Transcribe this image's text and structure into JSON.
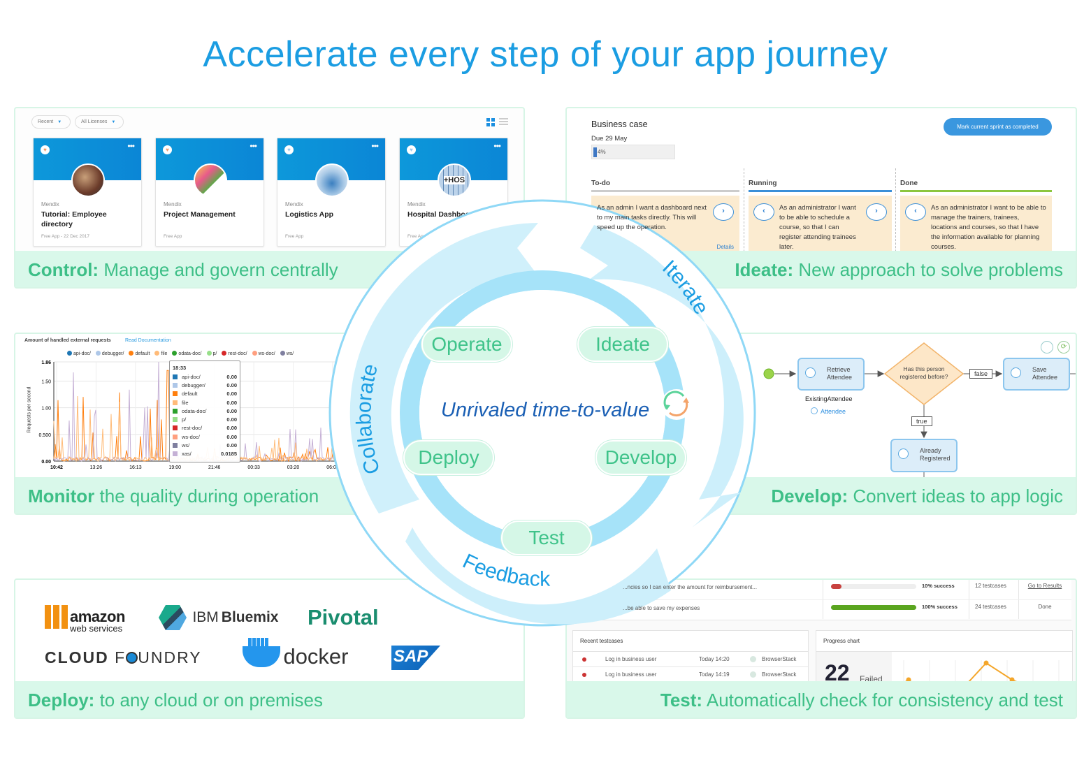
{
  "title": "Accelerate every step of your app journey",
  "colors": {
    "accent": "#1b9de2",
    "caption_bg": "#d9f8ea",
    "caption_text": "#3dbf87",
    "ring": "#a6e3f9",
    "arrows": "#cdeffb"
  },
  "control": {
    "caption_bold": "Control:",
    "caption": " Manage and govern centrally",
    "filters": [
      "Recent",
      "All Licenses"
    ],
    "cards": [
      {
        "org": "Mendix",
        "name": "Tutorial: Employee directory",
        "meta": "Free App - 22 Dec 2017"
      },
      {
        "org": "Mendix",
        "name": "Project Management",
        "meta": "Free App"
      },
      {
        "org": "Mendix",
        "name": "Logistics App",
        "meta": "Free App"
      },
      {
        "org": "Mendix",
        "name": "Hospital Dashboard",
        "meta": "Free App"
      }
    ],
    "hospital_sign": "+HOS"
  },
  "ideate": {
    "caption_bold": "Ideate:",
    "caption": " New approach to solve problems",
    "title": "Business case",
    "due": "Due 29 May",
    "progress_label": "4%",
    "progress": 4,
    "button": "Mark current sprint as completed",
    "columns": [
      {
        "name": "To-do",
        "card": "As an admin I want a dashboard next to my main tasks directly. This will speed up the operation.",
        "link": "Details"
      },
      {
        "name": "Running",
        "card": "As an administrator I want to be able to schedule a course, so that I can register attending trainees later."
      },
      {
        "name": "Done",
        "card": "As an administrator I want to be able to manage the trainers, trainees, locations and courses, so that I have the information available for planning courses."
      }
    ]
  },
  "monitor": {
    "caption_bold": "Monitor",
    "caption": " the quality during operation",
    "chart_title": "Amount of handled external requests",
    "doc_link": "Read Documentation",
    "legend": [
      {
        "name": "api-doc/",
        "color": "#1f77b4"
      },
      {
        "name": "debugger/",
        "color": "#aec7e8"
      },
      {
        "name": "default",
        "color": "#ff7f0e"
      },
      {
        "name": "file",
        "color": "#ffbb78"
      },
      {
        "name": "odata-doc/",
        "color": "#2ca02c"
      },
      {
        "name": "p/",
        "color": "#98df8a"
      },
      {
        "name": "rest-doc/",
        "color": "#d62728"
      },
      {
        "name": "ws-doc/",
        "color": "#ff9f7f"
      },
      {
        "name": "ws/",
        "color": "#7f7f9f"
      }
    ],
    "ylabel": "Requests per second",
    "yticks": [
      "1.86",
      "1.50",
      "1.00",
      "0.500",
      "0.00"
    ],
    "xticks": [
      "10:42",
      "13:26",
      "16:13",
      "19:00",
      "21:46",
      "00:33",
      "03:20",
      "06:06"
    ],
    "tooltip": {
      "time": "18:33",
      "rows": [
        {
          "name": "api-doc/",
          "value": "0.00",
          "color": "#1f77b4"
        },
        {
          "name": "debugger/",
          "value": "0.00",
          "color": "#aec7e8"
        },
        {
          "name": "default",
          "value": "0.00",
          "color": "#ff7f0e"
        },
        {
          "name": "file",
          "value": "0.00",
          "color": "#ffbb78"
        },
        {
          "name": "odata-doc/",
          "value": "0.00",
          "color": "#2ca02c"
        },
        {
          "name": "p/",
          "value": "0.00",
          "color": "#98df8a"
        },
        {
          "name": "rest-doc/",
          "value": "0.00",
          "color": "#d62728"
        },
        {
          "name": "ws-doc/",
          "value": "0.00",
          "color": "#ff9f7f"
        },
        {
          "name": "ws/",
          "value": "0.00",
          "color": "#7f7f9f"
        },
        {
          "name": "xas/",
          "value": "0.0185",
          "color": "#c5b0d5"
        }
      ]
    }
  },
  "develop": {
    "caption_bold": "Develop:",
    "caption": " Convert ideas to app logic",
    "retrieve": [
      "Retrieve",
      "Attendee"
    ],
    "decision": "Has this person registered before?",
    "false_label": "false",
    "true_label": "true",
    "save": [
      "Save",
      "Attendee"
    ],
    "variable": "ExistingAttendee",
    "entity": "Attendee",
    "already": [
      "Already",
      "Registered"
    ]
  },
  "deploy": {
    "caption_bold": "Deploy:",
    "caption": " to any cloud or on premises",
    "logos": {
      "aws_main": "amazon",
      "aws_sub": "web services",
      "ibm": "IBM",
      "bluemix": "Bluemix",
      "pivotal": "Pivotal",
      "cf1": "CLOUD",
      "cf2": "F",
      "cf3": "UNDRY",
      "docker": "docker",
      "sap": "SAP"
    }
  },
  "test": {
    "caption_bold": "Test:",
    "caption": " Automatically check for consistency and test",
    "stories": [
      {
        "text": "...ncies so I can enter the amount for reimbursement...",
        "success": "10% success",
        "pct": 10,
        "count": "12 testcases",
        "action": "Go to Results",
        "color": "#c8413f"
      },
      {
        "text": "...be able to save my expenses",
        "success": "100% success",
        "pct": 100,
        "count": "24 testcases",
        "action": "Done",
        "color": "#5aa51f"
      }
    ],
    "recent_title": "Recent testcases",
    "recent": [
      {
        "name": "Log in business user",
        "time": "Today 14:20",
        "runner": "BrowserStack"
      },
      {
        "name": "Log in business user",
        "time": "Today 14:19",
        "runner": "BrowserStack"
      }
    ],
    "progress_title": "Progress chart",
    "failed_count": "22",
    "failed_label": "Failed",
    "progress_points": [
      2,
      5,
      1,
      3,
      8,
      5,
      3
    ]
  },
  "cycle": {
    "center": "Unrivaled time-to-value",
    "stages": [
      "Operate",
      "Ideate",
      "Deploy",
      "Develop",
      "Test"
    ],
    "arrows": [
      "Collaborate",
      "Iterate",
      "Feedback"
    ]
  }
}
